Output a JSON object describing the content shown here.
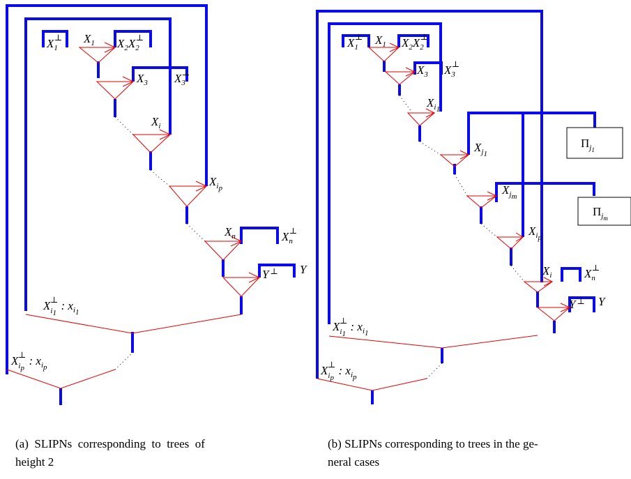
{
  "labels": {
    "a": {
      "X1perp": "X",
      "X1perp_sub": "1",
      "X1perp_sup": "⊥",
      "X1": "X",
      "X1_sub": "1",
      "X2X2": "X",
      "X2X2_sub": "2",
      "X2X2_b": "X",
      "X2X2_sub2": "2",
      "X2X2_sup": "⊥",
      "X3": "X",
      "X3_sub": "3",
      "X3perp": "X",
      "X3perp_sub": "3",
      "X3perp_sup": "⊥",
      "Xi": "X",
      "Xi_sub": "i",
      "Xip": "X",
      "Xip_sub": "i",
      "Xip_subsub": "p",
      "Xn": "X",
      "Xn_sub": "n",
      "Xnperp": "X",
      "Xnperp_sub": "n",
      "Xnperp_sup": "⊥",
      "Yperp": "Y",
      "Yperp_sup": "⊥",
      "Y": "Y",
      "Xi1x": "X",
      "Xi1x_sub": "i",
      "Xi1x_subsub": "1",
      "Xi1x_sup": "⊥",
      "Xi1x_rest": " : x",
      "Xi1x_rsub": "i",
      "Xi1x_rsubsub": "1",
      "Xipx": "X",
      "Xipx_sub": "i",
      "Xipx_subsub": "p",
      "Xipx_sup": "⊥",
      "Xipx_rest": " : x",
      "Xipx_rsub": "i",
      "Xipx_rsubsub": "p"
    },
    "b": {
      "X1perp": "X",
      "X1perp_sub": "1",
      "X1perp_sup": "⊥",
      "X1": "X",
      "X1_sub": "1",
      "X2X2": "X",
      "X2X2_sub": "2",
      "X2X2_b": "X",
      "X2X2_sub2": "2",
      "X2X2_sup": "⊥",
      "X3": "X",
      "X3_sub": "3",
      "X3perp": "X",
      "X3perp_sub": "3",
      "X3perp_sup": "⊥",
      "Xi1": "X",
      "Xi1_sub": "i",
      "Xi1_subsub": "1",
      "Xj1": "X",
      "Xj1_sub": "j",
      "Xj1_subsub": "1",
      "Xjm": "X",
      "Xjm_sub": "j",
      "Xjm_subsub": "m",
      "Pij1": "Π",
      "Pij1_sub": "j",
      "Pij1_subsub": "1",
      "Pijm": "Π",
      "Pijm_sub": "j",
      "Pijm_subsub": "m",
      "Xip": "X",
      "Xip_sub": "i",
      "Xip_subsub": "p",
      "Xn": "X",
      "Xn_sub": "i",
      "Xnperp": "X",
      "Xnperp_sub": "n",
      "Xnperp_sup": "⊥",
      "Yperp": "Y",
      "Yperp_sup": "⊥",
      "Y": "Y",
      "Xi1x": "X",
      "Xi1x_sub": "i",
      "Xi1x_subsub": "1",
      "Xi1x_sup": "⊥",
      "Xi1x_rest": " : x",
      "Xi1x_rsub": "i",
      "Xi1x_rsubsub": "1",
      "Xipx": "X",
      "Xipx_sub": "i",
      "Xipx_subsub": "p",
      "Xipx_sup": "⊥",
      "Xipx_rest": " : x",
      "Xipx_rsub": "i",
      "Xipx_rsubsub": "p"
    }
  },
  "captions": {
    "a_line1": "(a)  SLIPNs  corresponding  to  trees  of",
    "a_line2": "height 2",
    "b_line1": "(b) SLIPNs corresponding to trees in the ge-",
    "b_line2": "neral cases"
  },
  "colors": {
    "wire": "#0a0af0",
    "link": "#e60000"
  }
}
